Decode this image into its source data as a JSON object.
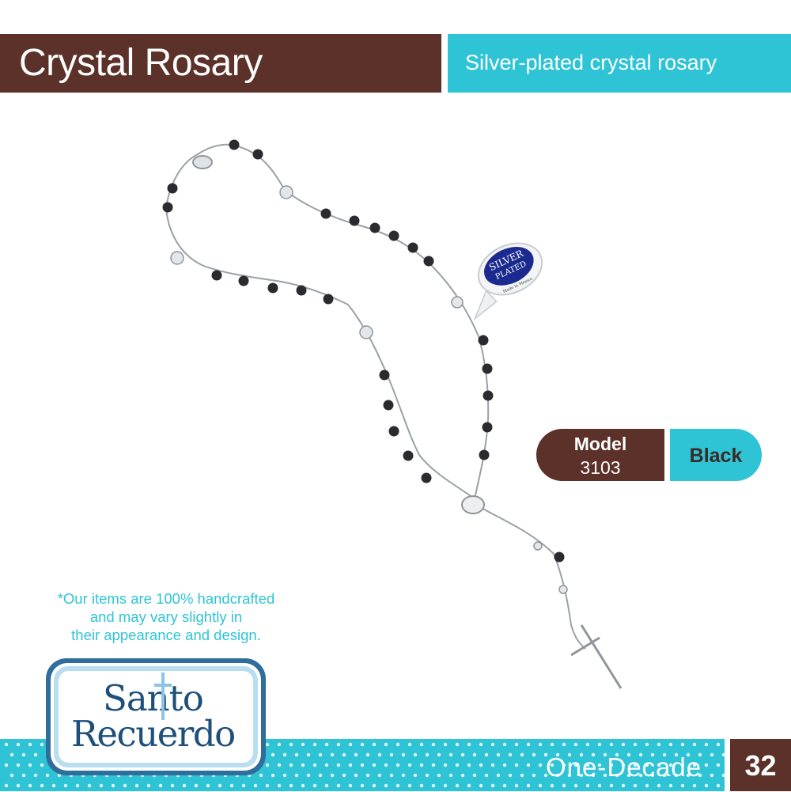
{
  "header": {
    "title": "Crystal Rosary",
    "subtitle": "Silver-plated crystal rosary"
  },
  "product": {
    "tag_line1": "SILVER",
    "tag_line2": "PLATED",
    "tag_line3": "Made in Mexico"
  },
  "model": {
    "label": "Model",
    "number": "3103",
    "color": "Black"
  },
  "disclaimer": {
    "line1": "*Our items are 100% handcrafted",
    "line2": "and may vary slightly in",
    "line3": "their appearance and design."
  },
  "logo": {
    "line1": "Santo",
    "line2": "Recuerdo"
  },
  "footer": {
    "category": "One-Decade",
    "page_number": "32"
  },
  "colors": {
    "brown": "#5b3129",
    "teal": "#2ec4d6",
    "logo_blue": "#1d4f7a"
  }
}
